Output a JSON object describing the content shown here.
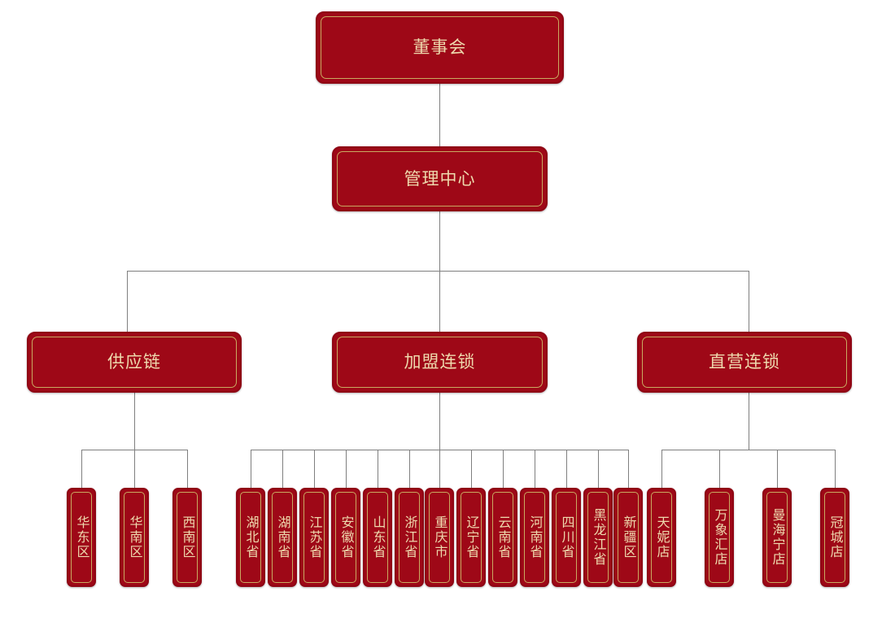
{
  "chart_data": {
    "type": "diagram",
    "title": "",
    "orientation": "top-down",
    "colors": {
      "node_fill": "#9e0817",
      "node_border": "#8f0614",
      "inner_stroke": "#c9a961",
      "text": "#eed9ad",
      "connector": "#7f7f7f",
      "background": "#ffffff"
    },
    "levels": 4
  },
  "root": {
    "label": "董事会"
  },
  "level2": {
    "label": "管理中心"
  },
  "divisions": [
    {
      "label": "供应链"
    },
    {
      "label": "加盟连锁"
    },
    {
      "label": "直营连锁"
    }
  ],
  "supply_chain_units": [
    {
      "label": "华东区"
    },
    {
      "label": "华南区"
    },
    {
      "label": "西南区"
    }
  ],
  "franchise_units": [
    {
      "label": "湖北省"
    },
    {
      "label": "湖南省"
    },
    {
      "label": "江苏省"
    },
    {
      "label": "安徽省"
    },
    {
      "label": "山东省"
    },
    {
      "label": "浙江省"
    },
    {
      "label": "重庆市"
    },
    {
      "label": "辽宁省"
    },
    {
      "label": "云南省"
    },
    {
      "label": "河南省"
    },
    {
      "label": "四川省"
    },
    {
      "label": "黑龙江省"
    },
    {
      "label": "新疆区"
    }
  ],
  "direct_store_units": [
    {
      "label": "天妮店"
    },
    {
      "label": "万象汇店"
    },
    {
      "label": "曼海宁店"
    },
    {
      "label": "冠城店"
    }
  ]
}
